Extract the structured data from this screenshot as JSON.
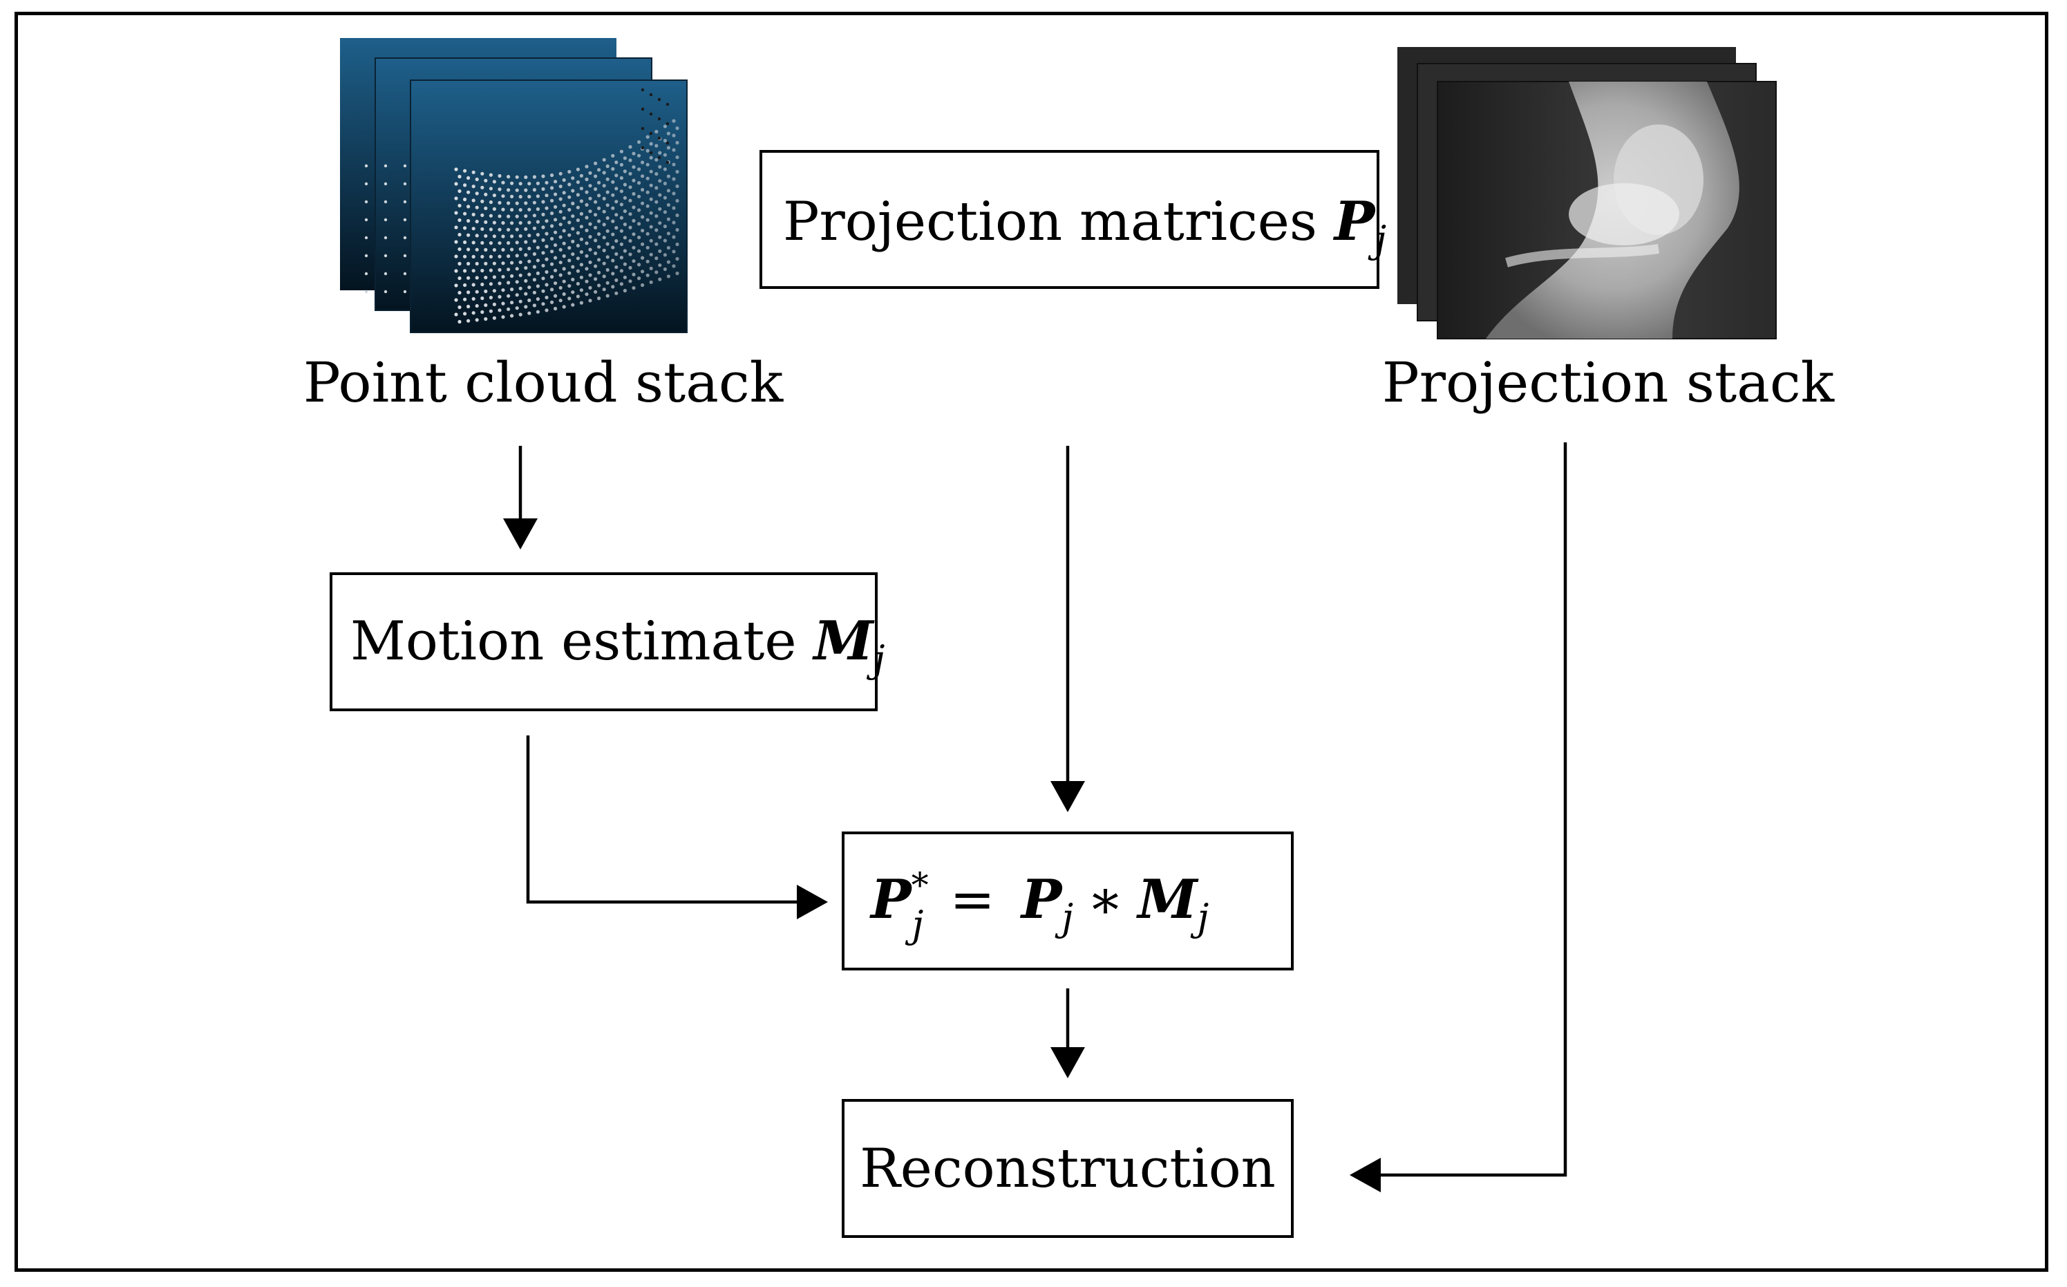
{
  "labels": {
    "point_cloud_stack": "Point cloud stack",
    "projection_stack": "Projection stack"
  },
  "boxes": {
    "projection_matrices": {
      "text": "Projection matrices ",
      "symbol": "P",
      "subscript": "j"
    },
    "motion_estimate": {
      "text": "Motion estimate ",
      "symbol": "M",
      "subscript": "j"
    },
    "equation": {
      "lhs_symbol": "P",
      "lhs_subscript": "j",
      "lhs_superscript": "*",
      "equals": "=",
      "p_symbol": "P",
      "p_subscript": "j",
      "op": "∗",
      "m_symbol": "M",
      "m_subscript": "j"
    },
    "reconstruction": {
      "text": "Reconstruction"
    }
  },
  "colors": {
    "point_cloud_top": "#1e5f8a",
    "point_cloud_bottom": "#041420",
    "xray_background": "#2a2a2a"
  }
}
